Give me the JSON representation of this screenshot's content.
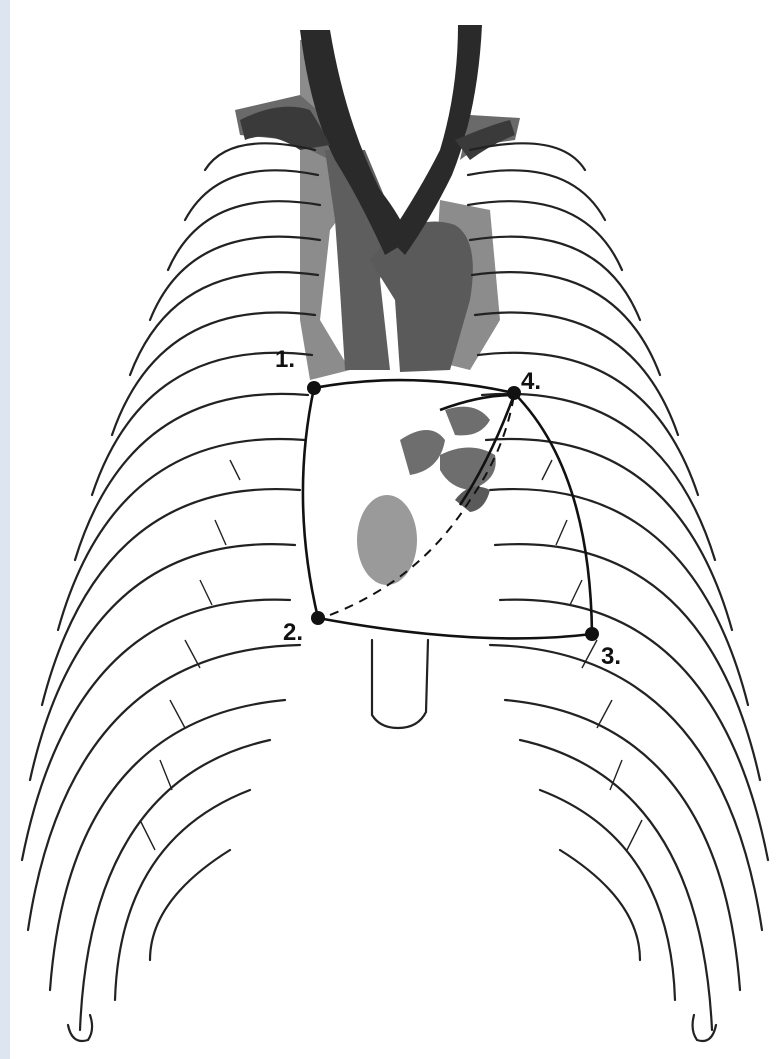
{
  "points": [
    {
      "id": "p1",
      "label": "1."
    },
    {
      "id": "p2",
      "label": "2."
    },
    {
      "id": "p3",
      "label": "3."
    },
    {
      "id": "p4",
      "label": "4."
    }
  ],
  "colors": {
    "vessel_dark": "#2a2a2a",
    "vessel_mid": "#5e5e5e",
    "vessel_light": "#8c8c8c",
    "chamber": "#9a9a9a",
    "line": "#111111"
  }
}
